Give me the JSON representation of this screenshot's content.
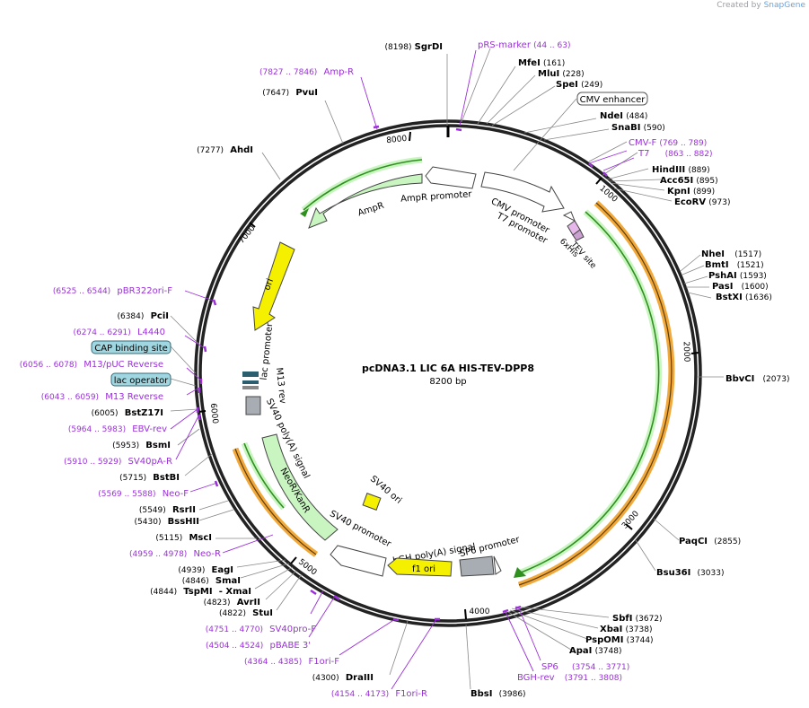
{
  "credit": {
    "prefix": "Created by",
    "brand": "SnapGene"
  },
  "plasmid": {
    "name": "pcDNA3.1 LIC 6A HIS-TEV-DPP8",
    "length_label": "8200 bp",
    "length": 8200
  },
  "colors": {
    "enzyme": "#000000",
    "primer": "#9b30d9",
    "feature_green": "#c8f5c0",
    "ori": "#f5f000",
    "promoter": "#ffffff",
    "orf_orange": "#f2a93b",
    "orf_green": "#2f8f1f",
    "misc_blue": "#9fd6e0"
  },
  "ticks": [
    "1000",
    "2000",
    "3000",
    "4000",
    "5000",
    "6000",
    "7000",
    "8000"
  ],
  "labels": [
    {
      "id": "sgrdi",
      "kind": "enzyme",
      "pos": "(8198)",
      "name": "SgrDI"
    },
    {
      "id": "prs",
      "kind": "primer",
      "name": "pRS-marker",
      "pos": "(44 .. 63)"
    },
    {
      "id": "mfei",
      "kind": "enzyme",
      "name": "MfeI",
      "pos": "(161)"
    },
    {
      "id": "mlui",
      "kind": "enzyme",
      "name": "MluI",
      "pos": "(228)"
    },
    {
      "id": "spei",
      "kind": "enzyme",
      "name": "SpeI",
      "pos": "(249)"
    },
    {
      "id": "cmvenh",
      "kind": "box",
      "name": "CMV enhancer"
    },
    {
      "id": "ndei",
      "kind": "enzyme",
      "name": "NdeI",
      "pos": "(484)"
    },
    {
      "id": "snabi",
      "kind": "enzyme",
      "name": "SnaBI",
      "pos": "(590)"
    },
    {
      "id": "cmvf",
      "kind": "primer",
      "name": "CMV-F",
      "pos": "(769 .. 789)"
    },
    {
      "id": "t7",
      "kind": "primer",
      "name": "T7",
      "pos": "(863 .. 882)"
    },
    {
      "id": "hindiii",
      "kind": "enzyme",
      "name": "HindIII",
      "pos": "(889)"
    },
    {
      "id": "acc65i",
      "kind": "enzyme",
      "name": "Acc65I",
      "pos": "(895)"
    },
    {
      "id": "kpni",
      "kind": "enzyme",
      "name": "KpnI",
      "pos": "(899)"
    },
    {
      "id": "ecorv",
      "kind": "enzyme",
      "name": "EcoRV",
      "pos": "(973)"
    },
    {
      "id": "nhei",
      "kind": "enzyme",
      "name": "NheI",
      "pos": "(1517)"
    },
    {
      "id": "bmti",
      "kind": "enzyme",
      "name": "BmtI",
      "pos": "(1521)"
    },
    {
      "id": "pshai",
      "kind": "enzyme",
      "name": "PshAI",
      "pos": "(1593)"
    },
    {
      "id": "pasi",
      "kind": "enzyme",
      "name": "PasI",
      "pos": "(1600)"
    },
    {
      "id": "bstxi",
      "kind": "enzyme",
      "name": "BstXI",
      "pos": "(1636)"
    },
    {
      "id": "bbvci",
      "kind": "enzyme",
      "name": "BbvCI",
      "pos": "(2073)"
    },
    {
      "id": "paqci",
      "kind": "enzyme",
      "name": "PaqCI",
      "pos": "(2855)"
    },
    {
      "id": "bsu36i",
      "kind": "enzyme",
      "name": "Bsu36I",
      "pos": "(3033)"
    },
    {
      "id": "sbfi",
      "kind": "enzyme",
      "name": "SbfI",
      "pos": "(3672)"
    },
    {
      "id": "xbai",
      "kind": "enzyme",
      "name": "XbaI",
      "pos": "(3738)"
    },
    {
      "id": "pspomi",
      "kind": "enzyme",
      "name": "PspOMI",
      "pos": "(3744)"
    },
    {
      "id": "apai",
      "kind": "enzyme",
      "name": "ApaI",
      "pos": "(3748)"
    },
    {
      "id": "sp6",
      "kind": "primer",
      "name": "SP6",
      "pos": "(3754 .. 3771)"
    },
    {
      "id": "bghrev",
      "kind": "primer",
      "name": "BGH-rev",
      "pos": "(3791 .. 3808)"
    },
    {
      "id": "bbsi",
      "kind": "enzyme",
      "name": "BbsI",
      "pos": "(3986)"
    },
    {
      "id": "f1orir",
      "kind": "primer",
      "pos": "(4154 .. 4173)",
      "name": "F1ori-R"
    },
    {
      "id": "draiii",
      "kind": "enzyme",
      "pos": "(4300)",
      "name": "DraIII"
    },
    {
      "id": "f1orif",
      "kind": "primer",
      "pos": "(4364 .. 4385)",
      "name": "F1ori-F"
    },
    {
      "id": "pbabe",
      "kind": "primer",
      "pos": "(4504 .. 4524)",
      "name": "pBABE 3'"
    },
    {
      "id": "sv40prof",
      "kind": "primer",
      "pos": "(4751 .. 4770)",
      "name": "SV40pro-F"
    },
    {
      "id": "stui",
      "kind": "enzyme",
      "pos": "(4822)",
      "name": "StuI"
    },
    {
      "id": "avrii",
      "kind": "enzyme",
      "pos": "(4823)",
      "name": "AvrII"
    },
    {
      "id": "tspmi",
      "kind": "enzyme",
      "pos": "(4844)",
      "name": "TspMI",
      "suffix": "- XmaI"
    },
    {
      "id": "smai",
      "kind": "enzyme",
      "pos": "(4846)",
      "name": "SmaI"
    },
    {
      "id": "eagi",
      "kind": "enzyme",
      "pos": "(4939)",
      "name": "EagI"
    },
    {
      "id": "neor",
      "kind": "primer",
      "pos": "(4959 .. 4978)",
      "name": "Neo-R"
    },
    {
      "id": "msci",
      "kind": "enzyme",
      "pos": "(5115)",
      "name": "MscI"
    },
    {
      "id": "bsshii",
      "kind": "enzyme",
      "pos": "(5430)",
      "name": "BssHII"
    },
    {
      "id": "rsrii",
      "kind": "enzyme",
      "pos": "(5549)",
      "name": "RsrII"
    },
    {
      "id": "neof",
      "kind": "primer",
      "pos": "(5569 .. 5588)",
      "name": "Neo-F"
    },
    {
      "id": "bstbi",
      "kind": "enzyme",
      "pos": "(5715)",
      "name": "BstBI"
    },
    {
      "id": "sv40par",
      "kind": "primer",
      "pos": "(5910 .. 5929)",
      "name": "SV40pA-R"
    },
    {
      "id": "bsmi",
      "kind": "enzyme",
      "pos": "(5953)",
      "name": "BsmI"
    },
    {
      "id": "ebvrev",
      "kind": "primer",
      "pos": "(5964 .. 5983)",
      "name": "EBV-rev"
    },
    {
      "id": "bstz17i",
      "kind": "enzyme",
      "pos": "(6005)",
      "name": "BstZ17I"
    },
    {
      "id": "m13rev",
      "kind": "primer",
      "pos": "(6043 .. 6059)",
      "name": "M13 Reverse"
    },
    {
      "id": "lacop",
      "kind": "bluebox",
      "name": "lac operator"
    },
    {
      "id": "m13puc",
      "kind": "primer",
      "pos": "(6056 .. 6078)",
      "name": "M13/pUC Reverse"
    },
    {
      "id": "cap",
      "kind": "bluebox",
      "name": "CAP binding site"
    },
    {
      "id": "l4440",
      "kind": "primer",
      "pos": "(6274 .. 6291)",
      "name": "L4440"
    },
    {
      "id": "pcii",
      "kind": "enzyme",
      "pos": "(6384)",
      "name": "PciI"
    },
    {
      "id": "pbr322",
      "kind": "primer",
      "pos": "(6525 .. 6544)",
      "name": "pBR322ori-F"
    },
    {
      "id": "ahdi",
      "kind": "enzyme",
      "pos": "(7277)",
      "name": "AhdI"
    },
    {
      "id": "pvui",
      "kind": "enzyme",
      "pos": "(7647)",
      "name": "PvuI"
    },
    {
      "id": "ampr_primer",
      "kind": "primer",
      "pos": "(7827 .. 7846)",
      "name": "Amp-R"
    }
  ],
  "features": {
    "ampr": "AmpR",
    "ampr_promoter": "AmpR promoter",
    "ori": "ori",
    "lac_promoter": "lac promoter",
    "m13rev": "M13 rev",
    "sv40polya": "SV40 poly(A) signal",
    "neor": "NeoR/KanR",
    "sv40ori": "SV40 ori",
    "sv40promoter": "SV40 promoter",
    "bgh": "bGH poly(A) signal",
    "f1ori": "f1 ori",
    "sp6promoter": "SP6 promoter",
    "cmvpromoter": "CMV promoter",
    "t7promoter": "T7 promoter",
    "his6": "6xHis",
    "tev": "TEV site"
  }
}
